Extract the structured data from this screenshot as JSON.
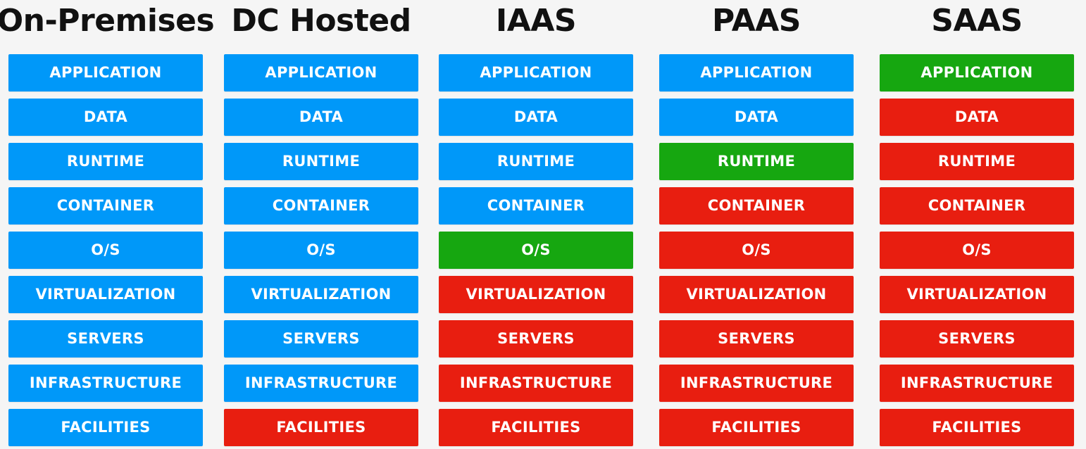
{
  "colors": {
    "user_managed": "#0098f9",
    "transition": "#16a710",
    "vendor_managed": "#e81e10"
  },
  "columns": [
    {
      "title": "On-Premises",
      "layers": [
        {
          "label": "APPLICATION",
          "status": "user_managed"
        },
        {
          "label": "DATA",
          "status": "user_managed"
        },
        {
          "label": "RUNTIME",
          "status": "user_managed"
        },
        {
          "label": "CONTAINER",
          "status": "user_managed"
        },
        {
          "label": "O/S",
          "status": "user_managed"
        },
        {
          "label": "VIRTUALIZATION",
          "status": "user_managed"
        },
        {
          "label": "SERVERS",
          "status": "user_managed"
        },
        {
          "label": "INFRASTRUCTURE",
          "status": "user_managed"
        },
        {
          "label": "FACILITIES",
          "status": "user_managed"
        }
      ]
    },
    {
      "title": "DC Hosted",
      "layers": [
        {
          "label": "APPLICATION",
          "status": "user_managed"
        },
        {
          "label": "DATA",
          "status": "user_managed"
        },
        {
          "label": "RUNTIME",
          "status": "user_managed"
        },
        {
          "label": "CONTAINER",
          "status": "user_managed"
        },
        {
          "label": "O/S",
          "status": "user_managed"
        },
        {
          "label": "VIRTUALIZATION",
          "status": "user_managed"
        },
        {
          "label": "SERVERS",
          "status": "user_managed"
        },
        {
          "label": "INFRASTRUCTURE",
          "status": "user_managed"
        },
        {
          "label": "FACILITIES",
          "status": "vendor_managed"
        }
      ]
    },
    {
      "title": "IAAS",
      "layers": [
        {
          "label": "APPLICATION",
          "status": "user_managed"
        },
        {
          "label": "DATA",
          "status": "user_managed"
        },
        {
          "label": "RUNTIME",
          "status": "user_managed"
        },
        {
          "label": "CONTAINER",
          "status": "user_managed"
        },
        {
          "label": "O/S",
          "status": "transition"
        },
        {
          "label": "VIRTUALIZATION",
          "status": "vendor_managed"
        },
        {
          "label": "SERVERS",
          "status": "vendor_managed"
        },
        {
          "label": "INFRASTRUCTURE",
          "status": "vendor_managed"
        },
        {
          "label": "FACILITIES",
          "status": "vendor_managed"
        }
      ]
    },
    {
      "title": "PAAS",
      "layers": [
        {
          "label": "APPLICATION",
          "status": "user_managed"
        },
        {
          "label": "DATA",
          "status": "user_managed"
        },
        {
          "label": "RUNTIME",
          "status": "transition"
        },
        {
          "label": "CONTAINER",
          "status": "vendor_managed"
        },
        {
          "label": "O/S",
          "status": "vendor_managed"
        },
        {
          "label": "VIRTUALIZATION",
          "status": "vendor_managed"
        },
        {
          "label": "SERVERS",
          "status": "vendor_managed"
        },
        {
          "label": "INFRASTRUCTURE",
          "status": "vendor_managed"
        },
        {
          "label": "FACILITIES",
          "status": "vendor_managed"
        }
      ]
    },
    {
      "title": "SAAS",
      "layers": [
        {
          "label": "APPLICATION",
          "status": "transition"
        },
        {
          "label": "DATA",
          "status": "vendor_managed"
        },
        {
          "label": "RUNTIME",
          "status": "vendor_managed"
        },
        {
          "label": "CONTAINER",
          "status": "vendor_managed"
        },
        {
          "label": "O/S",
          "status": "vendor_managed"
        },
        {
          "label": "VIRTUALIZATION",
          "status": "vendor_managed"
        },
        {
          "label": "SERVERS",
          "status": "vendor_managed"
        },
        {
          "label": "INFRASTRUCTURE",
          "status": "vendor_managed"
        },
        {
          "label": "FACILITIES",
          "status": "vendor_managed"
        }
      ]
    }
  ]
}
